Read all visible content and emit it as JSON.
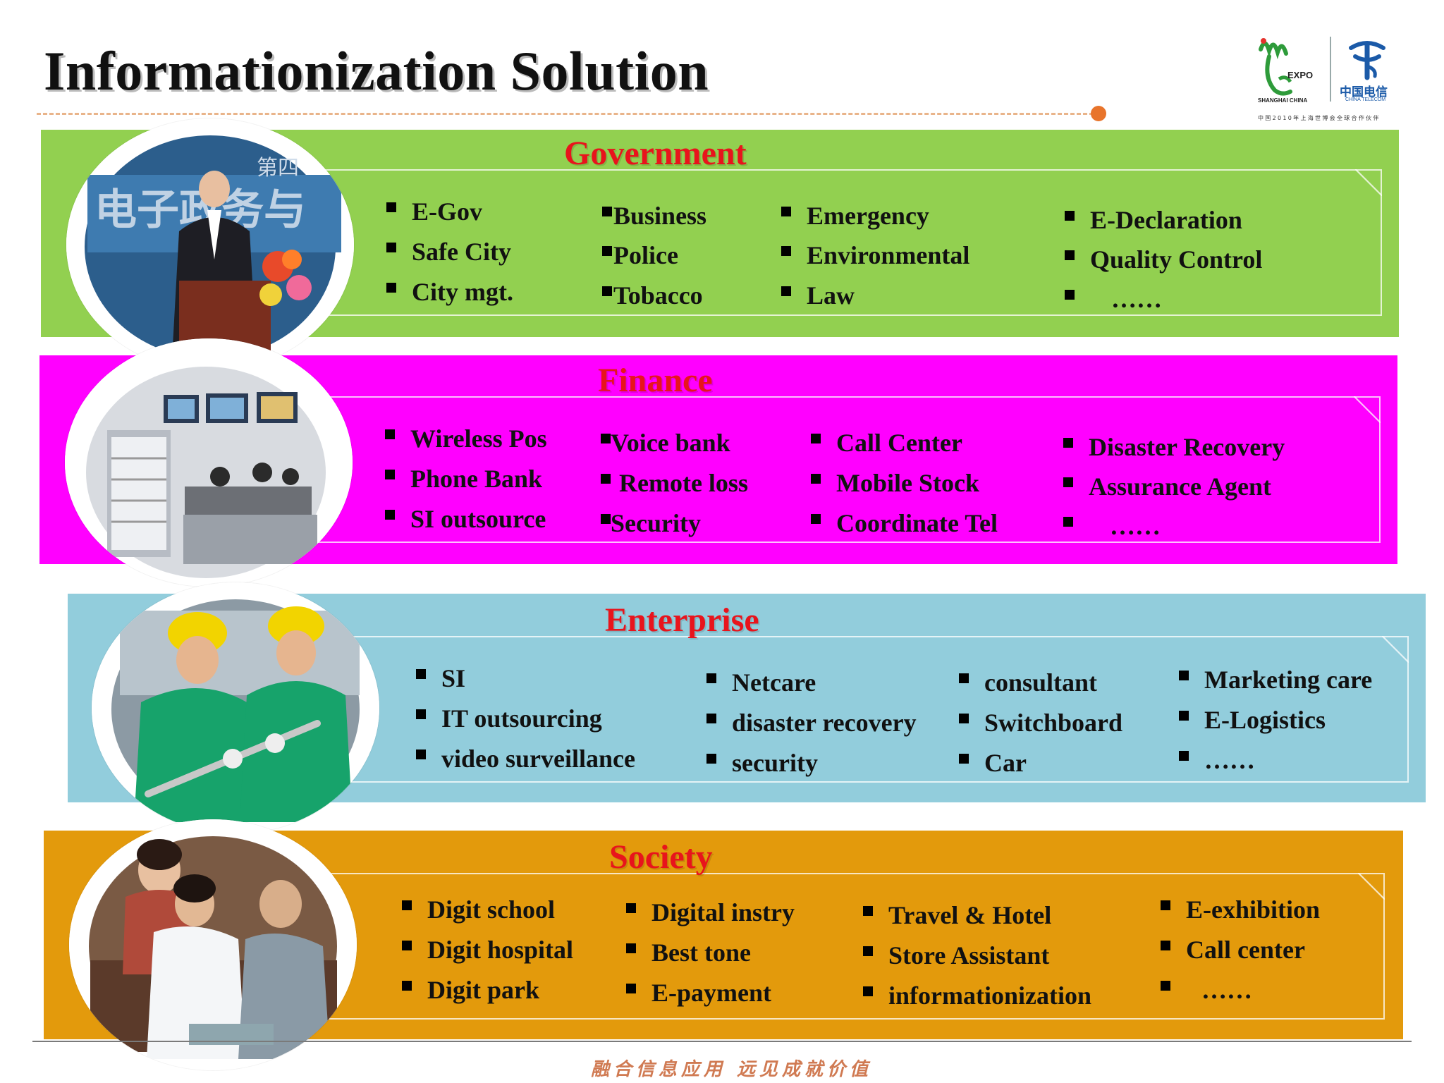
{
  "title": "Informationization Solution",
  "logos": {
    "expo_mark": "EXPO",
    "expo_sub": "SHANGHAI CHINA",
    "telecom_cn": "中国电信",
    "telecom_en": "CHINA TELECOM",
    "caption": "中国2010年上海世博会全球合作伙伴"
  },
  "colors": {
    "government": "#92d050",
    "finance": "#ff00ff",
    "enterprise": "#92cddc",
    "society": "#e39a0c",
    "heading": "#e8141c"
  },
  "sections": [
    {
      "title": "Government",
      "columns": [
        [
          "E-Gov",
          "Safe City",
          "City mgt."
        ],
        [
          "Business",
          "Police",
          "Tobacco"
        ],
        [
          "Emergency",
          "Environmental",
          "Law"
        ],
        [
          "E-Declaration",
          "Quality Control",
          "……"
        ]
      ]
    },
    {
      "title": "Finance",
      "columns": [
        [
          "Wireless Pos",
          "Phone Bank",
          "SI outsource"
        ],
        [
          "Voice bank",
          "Remote loss",
          "Security"
        ],
        [
          "Call Center",
          "Mobile Stock",
          "Coordinate Tel"
        ],
        [
          "Disaster Recovery",
          "Assurance Agent",
          "……"
        ]
      ]
    },
    {
      "title": "Enterprise",
      "columns": [
        [
          "SI",
          "IT outsourcing",
          "video surveillance"
        ],
        [
          "Netcare",
          "disaster recovery",
          "security"
        ],
        [
          "consultant",
          "Switchboard",
          "Car"
        ],
        [
          "Marketing care",
          "E-Logistics",
          "……"
        ]
      ]
    },
    {
      "title": "Society",
      "columns": [
        [
          "Digit school",
          "Digit hospital",
          "Digit park"
        ],
        [
          "Digital instry",
          "Best tone",
          "E-payment"
        ],
        [
          "Travel & Hotel",
          "Store Assistant",
          "informationization"
        ],
        [
          "E-exhibition",
          "Call center",
          "……"
        ]
      ]
    }
  ],
  "photo_text": "第四 电子政务与",
  "slogan": "融合信息应用 远见成就价值"
}
